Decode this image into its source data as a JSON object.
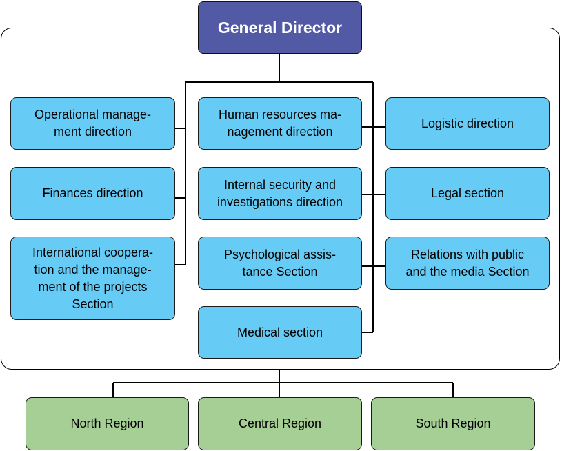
{
  "director": "General Director",
  "left_column": [
    "Operational manage-\nment direction",
    "Finances direction",
    "International coopera-\ntion and the manage-\nment of the projects\nSection"
  ],
  "center_column": [
    "Human resources ma-\nnagement direction",
    "Internal security and\ninvestigations direction",
    "Psychological assis-\ntance Section",
    "Medical section"
  ],
  "right_column": [
    "Logistic direction",
    "Legal section",
    "Relations with public\nand the media Section"
  ],
  "regions": [
    "North Region",
    "Central Region",
    "South Region"
  ],
  "colors": {
    "director_fill": "#525aa6",
    "department_fill": "#66ccf5",
    "region_fill": "#a6cf96",
    "line": "#000000"
  }
}
